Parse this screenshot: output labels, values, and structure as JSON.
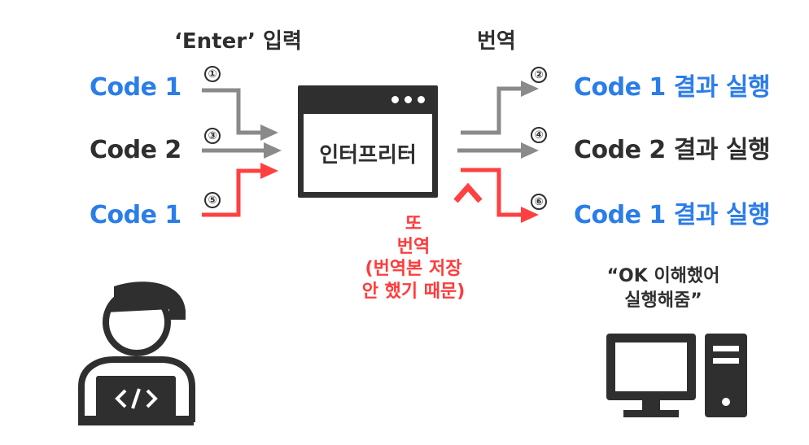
{
  "headings": {
    "enter": "‘Enter’ 입력",
    "translate": "번역"
  },
  "inputs": [
    {
      "label": "Code 1",
      "step": "①",
      "color": "#2b7de8"
    },
    {
      "label": "Code 2",
      "step": "③",
      "color": "#2f2f2f"
    },
    {
      "label": "Code 1",
      "step": "⑤",
      "color": "#2b7de8"
    }
  ],
  "outputs": [
    {
      "label": "Code 1 결과 실행",
      "step": "②",
      "color": "#2b7de8"
    },
    {
      "label": "Code 2 결과 실행",
      "step": "④",
      "color": "#2f2f2f"
    },
    {
      "label": "Code 1 결과 실행",
      "step": "⑥",
      "color": "#2b7de8"
    }
  ],
  "interpreter": {
    "title": "인터프리터"
  },
  "retranslate_note": {
    "line1": "또",
    "line2": "번역",
    "line3": "(번역본 저장",
    "line4": "안 했기 때문)"
  },
  "computer_quote": {
    "line1": "“OK 이해했어",
    "line2": "실행해줌”"
  },
  "icons": {
    "person": "developer-laptop-icon",
    "computer": "desktop-computer-icon",
    "window": "app-window-icon"
  },
  "colors": {
    "arrow_gray": "#8a8a8a",
    "arrow_red": "#ff4040",
    "text_blue": "#2b7de8",
    "text_dark": "#2f2f2f",
    "text_red": "#ff3b3b"
  }
}
